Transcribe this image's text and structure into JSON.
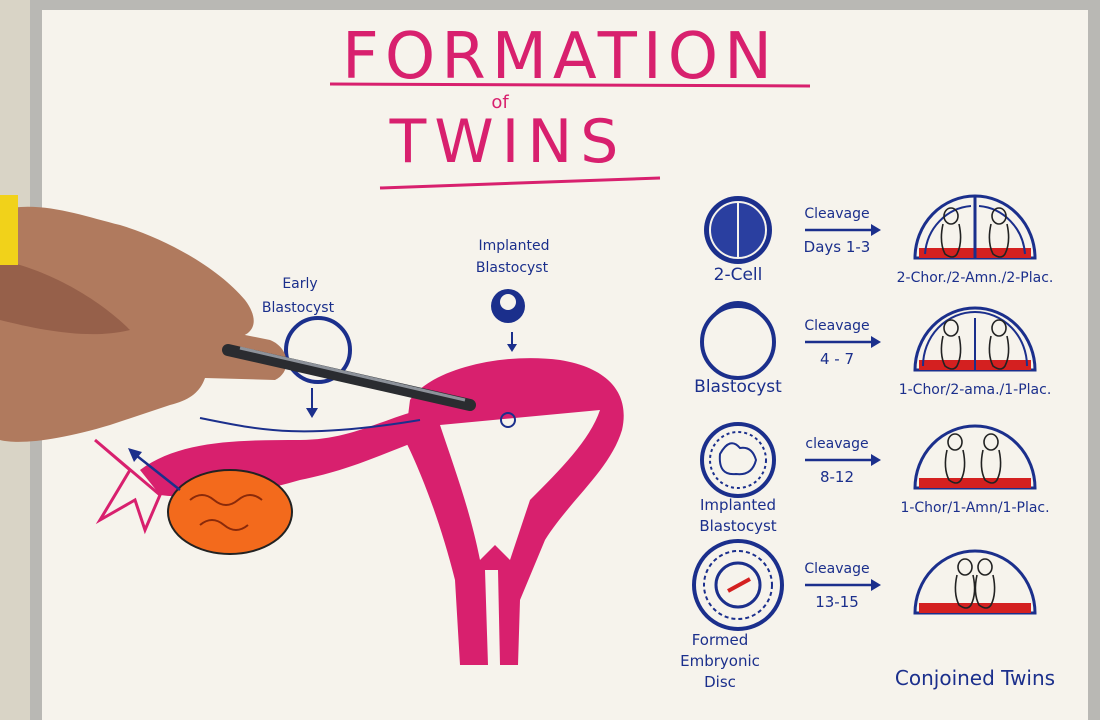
{
  "title": {
    "line1": "FORMATION",
    "of": "of",
    "line2": "TWINS"
  },
  "uterus_labels": {
    "early": "Early",
    "early_b": "Blastocyst",
    "implanted": "Implanted",
    "implanted_b": "Blastocyst"
  },
  "rows": [
    {
      "stage": "2-Cell",
      "stage_lines": [
        "2-Cell"
      ],
      "cleavage": "Cleavage",
      "days": "Days 1-3",
      "result": "2-Chor./2-Amn./2-Plac."
    },
    {
      "stage": "Blastocyst",
      "stage_lines": [
        "Blastocyst"
      ],
      "cleavage": "Cleavage",
      "days": "4 - 7",
      "result": "1-Chor/2-ama./1-Plac."
    },
    {
      "stage": "Implanted Blastocyst",
      "stage_lines": [
        "Implanted",
        "Blastocyst"
      ],
      "cleavage": "cleavage",
      "days": "8-12",
      "result": "1-Chor/1-Amn/1-Plac."
    },
    {
      "stage": "Formed Embryonic Disc",
      "stage_lines": [
        "Formed",
        "Embryonic",
        "Disc"
      ],
      "cleavage": "Cleavage",
      "days": "13-15",
      "result": "Conjoined Twins"
    }
  ],
  "colors": {
    "board": "#f6f3ec",
    "marker_pink": "#d8206e",
    "marker_blue": "#1b2f8c",
    "marker_red": "#d42020",
    "ovary_orange": "#f36a1c",
    "frame": "#b9b8b4"
  }
}
